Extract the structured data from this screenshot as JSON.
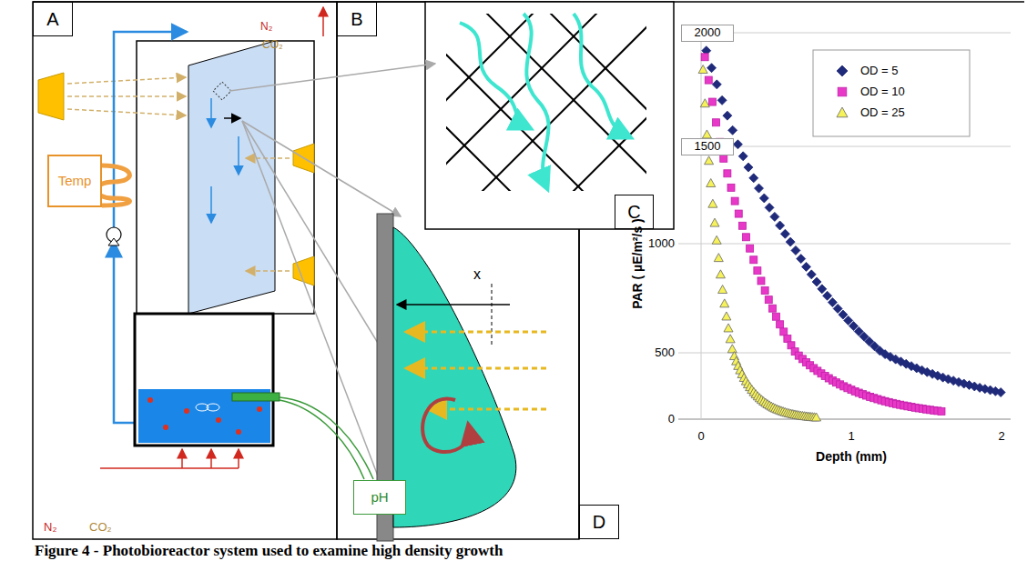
{
  "diagram": {
    "caption": "Figure 4 - Photobioreactor system used to examine high density growth",
    "nodes": [
      {
        "text": [
          "A"
        ]
      },
      {
        "text": [
          "B"
        ]
      },
      {
        "text": [
          "C"
        ]
      },
      {
        "text": [
          "D"
        ]
      },
      {
        "text": [
          "Temp"
        ]
      },
      {
        "text": [
          "pH"
        ]
      },
      {
        "text": [
          "2000"
        ]
      },
      {
        "text": [
          "1500"
        ]
      }
    ],
    "labels": [
      "N₂",
      "CO₂",
      "N₂",
      "CO₂",
      "x",
      "1000",
      "500",
      "0",
      "PAR ( µE/m²/s )",
      "0",
      "1",
      "2",
      "Depth (mm)"
    ],
    "legend": [
      {
        "text": "OD = 5"
      },
      {
        "text": "OD = 10"
      },
      {
        "text": "OD = 25"
      }
    ]
  }
}
